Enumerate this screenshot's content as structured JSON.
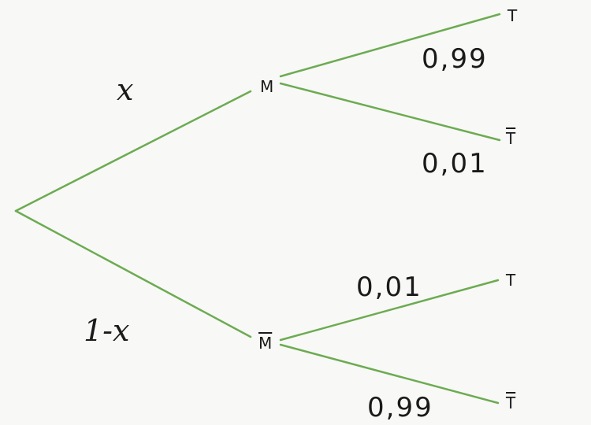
{
  "colors": {
    "branch": "#6cab52",
    "background": "#f8f8f6",
    "text": "#1a1a1a"
  },
  "tree": {
    "first_level": {
      "upper": {
        "node": "M",
        "probability": "x"
      },
      "lower": {
        "node": "M",
        "node_bar": true,
        "probability": "1-x"
      }
    },
    "second_level": {
      "upper_upper": {
        "node": "T",
        "probability": "0,99"
      },
      "upper_lower": {
        "node": "T",
        "node_bar": true,
        "probability": "0,01"
      },
      "lower_upper": {
        "node": "T",
        "probability": "0,01"
      },
      "lower_lower": {
        "node": "T",
        "node_bar": true,
        "probability": "0,99"
      }
    }
  }
}
